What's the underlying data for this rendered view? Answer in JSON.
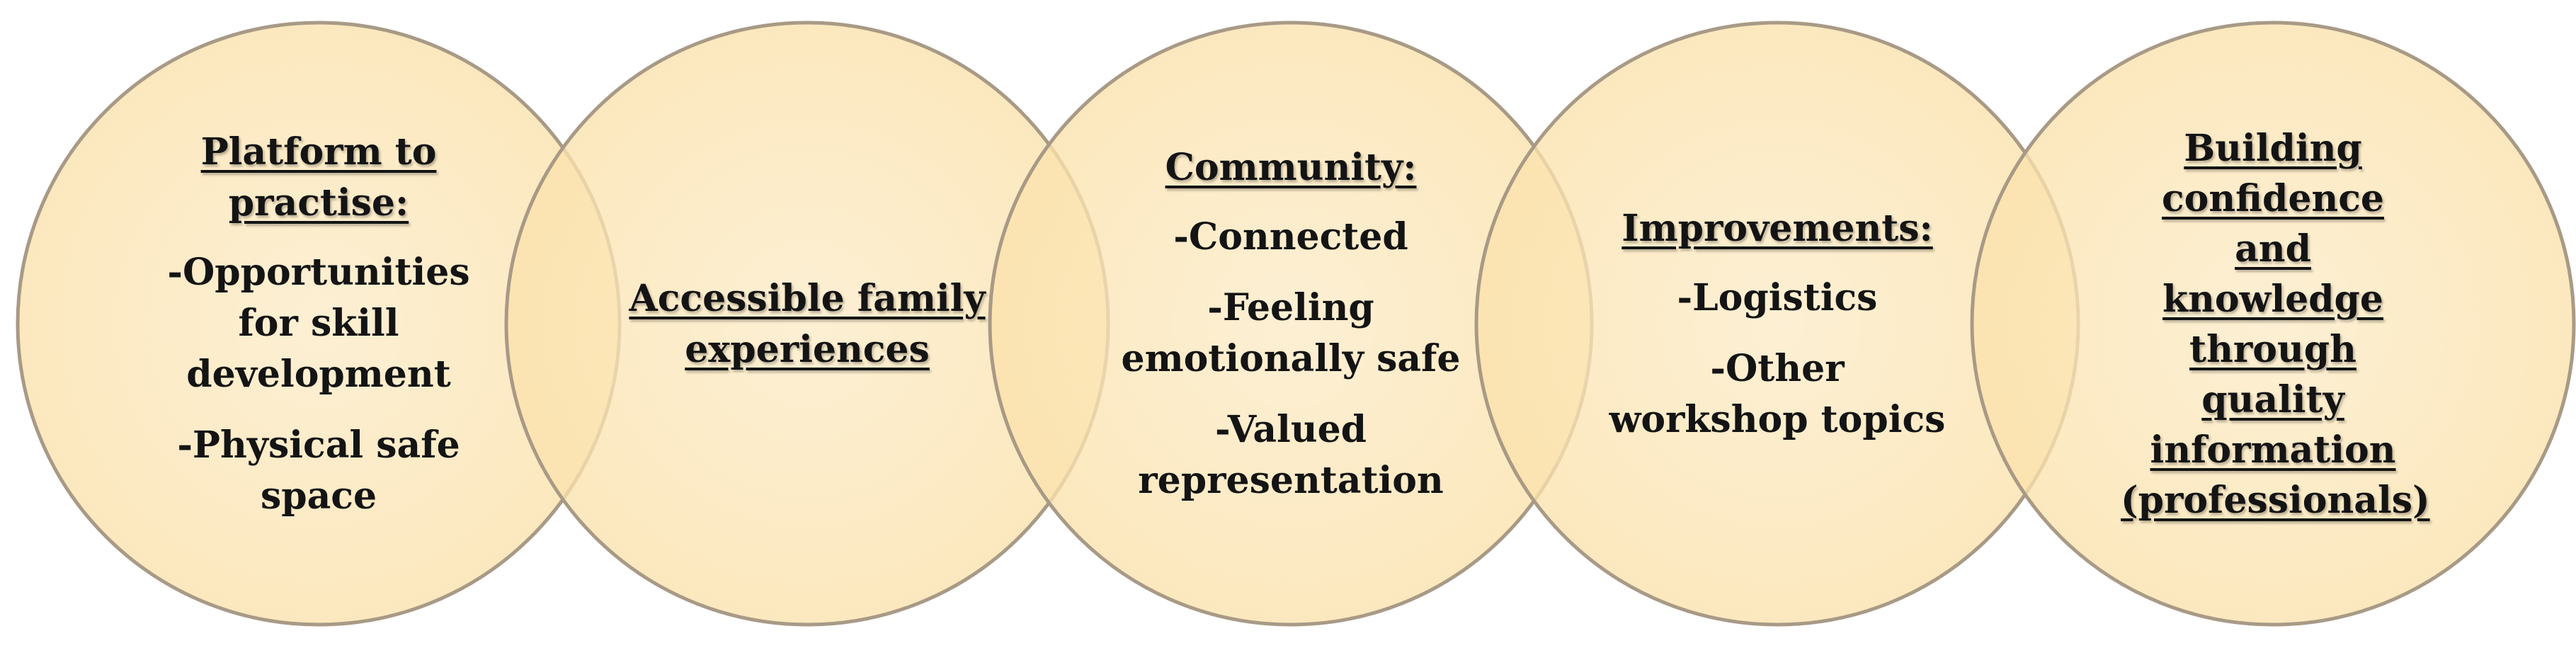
{
  "diagram": {
    "colors": {
      "fill": "#fbe2ac",
      "fill_center": "#fcebc7",
      "stroke": "#a89a86",
      "text": "#141414"
    },
    "circles": [
      {
        "heading": "Platform to practise:",
        "items": [
          "-Opportunities for skill development",
          "-Physical safe space"
        ]
      },
      {
        "heading": "Accessible family experiences",
        "items": []
      },
      {
        "heading": "Community:",
        "items": [
          "-Connected",
          "-Feeling emotionally safe",
          "-Valued representation"
        ]
      },
      {
        "heading": "Improvements:",
        "items": [
          "-Logistics",
          "-Other workshop topics"
        ]
      },
      {
        "heading": "Building confidence and knowledge through quality information (professionals)",
        "items": []
      }
    ]
  }
}
